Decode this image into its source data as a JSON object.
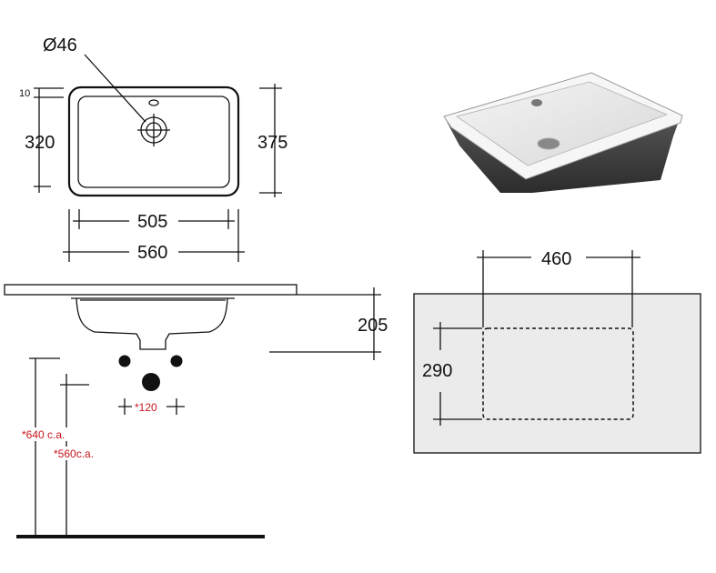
{
  "top_view": {
    "hole_label": "Ø46",
    "dim_10": "10",
    "dim_320": "320",
    "dim_375": "375",
    "dim_505": "505",
    "dim_560": "560"
  },
  "side_view": {
    "dim_205": "205",
    "dim_120": "*120",
    "dim_640": "*640 c.a.",
    "dim_560ca": "*560c.a."
  },
  "cutout": {
    "dim_460": "460",
    "dim_290": "290"
  },
  "colors": {
    "line": "#111111",
    "annotation_red": "#c4161c",
    "countertop_fill": "#ebebeb",
    "basin_dark": "#3a3a3a"
  }
}
